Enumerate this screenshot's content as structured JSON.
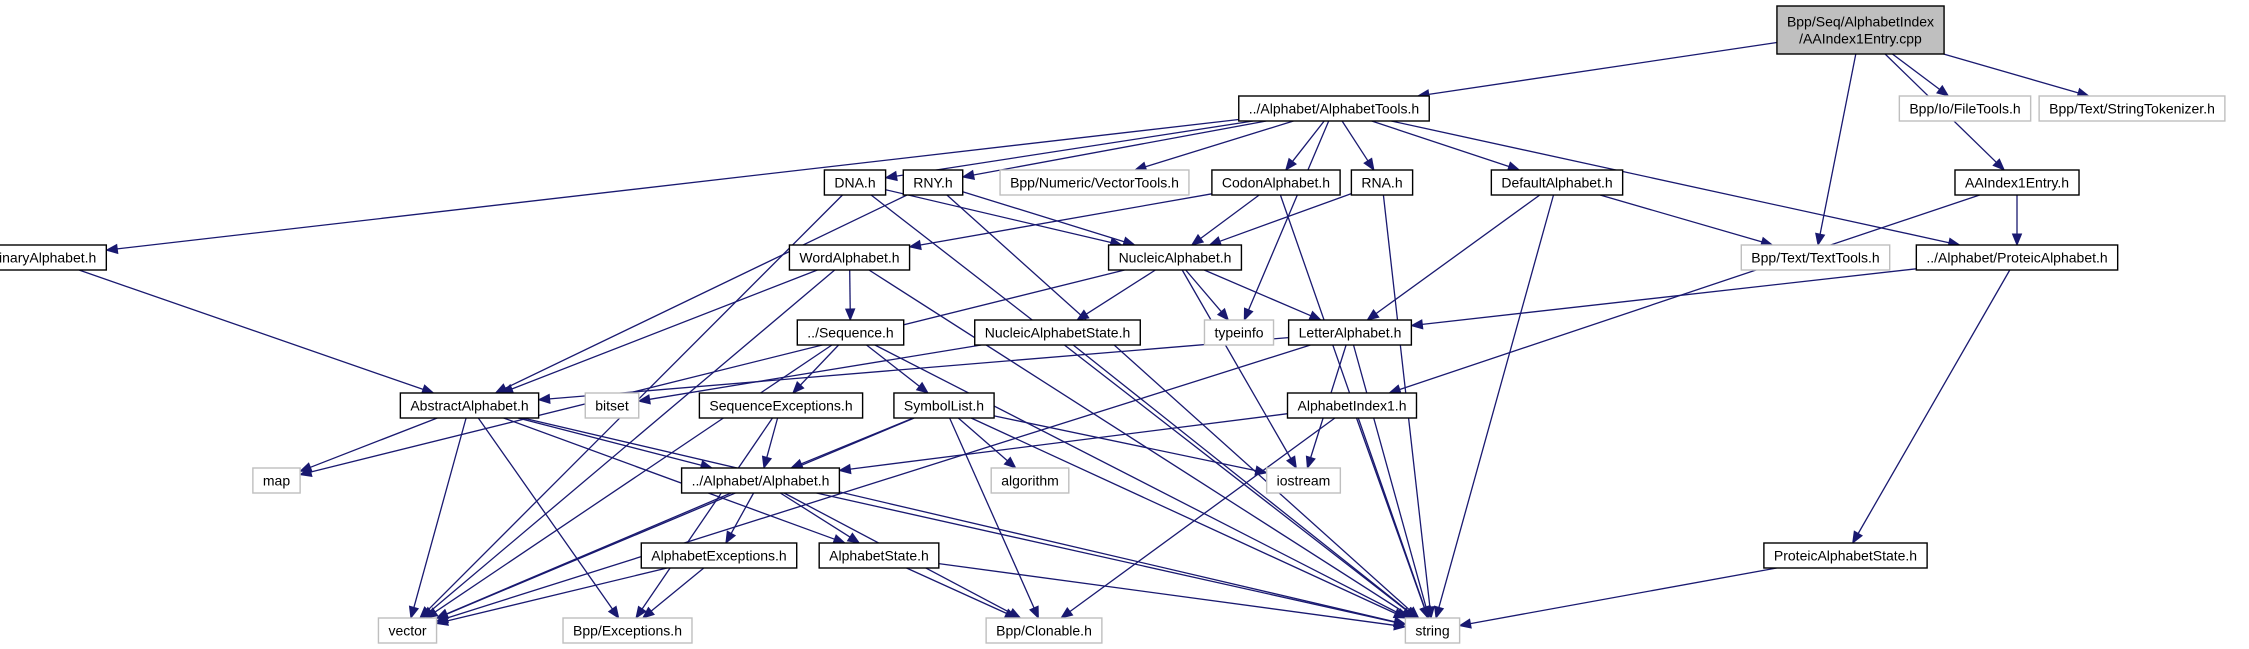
{
  "title": "Bpp/Seq/AlphabetIndex/AAIndex1Entry.cpp include dependency graph",
  "colors": {
    "edge": "#191970",
    "root_fill": "#bfbfbf",
    "local_border": "#000000",
    "external_border": "#bfbfbf"
  },
  "nodes": [
    {
      "id": "root",
      "lines": [
        "Bpp/Seq/AlphabetIndex",
        "/AAIndex1Entry.cpp"
      ],
      "kind": "root"
    },
    {
      "id": "alphabettools",
      "lines": [
        "../Alphabet/AlphabetTools.h"
      ],
      "kind": "local"
    },
    {
      "id": "filetools",
      "lines": [
        "Bpp/Io/FileTools.h"
      ],
      "kind": "ext"
    },
    {
      "id": "stringtokenizer",
      "lines": [
        "Bpp/Text/StringTokenizer.h"
      ],
      "kind": "ext"
    },
    {
      "id": "dna",
      "lines": [
        "DNA.h"
      ],
      "kind": "local"
    },
    {
      "id": "rny",
      "lines": [
        "RNY.h"
      ],
      "kind": "local"
    },
    {
      "id": "vectortools",
      "lines": [
        "Bpp/Numeric/VectorTools.h"
      ],
      "kind": "ext"
    },
    {
      "id": "codonalphabet",
      "lines": [
        "CodonAlphabet.h"
      ],
      "kind": "local"
    },
    {
      "id": "rna",
      "lines": [
        "RNA.h"
      ],
      "kind": "local"
    },
    {
      "id": "defaultalphabet",
      "lines": [
        "DefaultAlphabet.h"
      ],
      "kind": "local"
    },
    {
      "id": "aaindex1entry",
      "lines": [
        "AAIndex1Entry.h"
      ],
      "kind": "local"
    },
    {
      "id": "binaryalphabet",
      "lines": [
        "BinaryAlphabet.h"
      ],
      "kind": "local"
    },
    {
      "id": "wordalphabet",
      "lines": [
        "WordAlphabet.h"
      ],
      "kind": "local"
    },
    {
      "id": "nucleicalphabet",
      "lines": [
        "NucleicAlphabet.h"
      ],
      "kind": "local"
    },
    {
      "id": "texttools",
      "lines": [
        "Bpp/Text/TextTools.h"
      ],
      "kind": "ext"
    },
    {
      "id": "proteicalphabet",
      "lines": [
        "../Alphabet/ProteicAlphabet.h"
      ],
      "kind": "local"
    },
    {
      "id": "sequence",
      "lines": [
        "../Sequence.h"
      ],
      "kind": "local"
    },
    {
      "id": "nucleicalphabetstate",
      "lines": [
        "NucleicAlphabetState.h"
      ],
      "kind": "local"
    },
    {
      "id": "typeinfo",
      "lines": [
        "typeinfo"
      ],
      "kind": "ext"
    },
    {
      "id": "letteralphabet",
      "lines": [
        "LetterAlphabet.h"
      ],
      "kind": "local"
    },
    {
      "id": "abstractalphabet",
      "lines": [
        "AbstractAlphabet.h"
      ],
      "kind": "local"
    },
    {
      "id": "bitset",
      "lines": [
        "bitset"
      ],
      "kind": "ext"
    },
    {
      "id": "sequenceexceptions",
      "lines": [
        "SequenceExceptions.h"
      ],
      "kind": "local"
    },
    {
      "id": "symbollist",
      "lines": [
        "SymbolList.h"
      ],
      "kind": "local"
    },
    {
      "id": "alphabetindex1",
      "lines": [
        "AlphabetIndex1.h"
      ],
      "kind": "local"
    },
    {
      "id": "map",
      "lines": [
        "map"
      ],
      "kind": "ext"
    },
    {
      "id": "alphabet",
      "lines": [
        "../Alphabet/Alphabet.h"
      ],
      "kind": "local"
    },
    {
      "id": "algorithm",
      "lines": [
        "algorithm"
      ],
      "kind": "ext"
    },
    {
      "id": "iostream",
      "lines": [
        "iostream"
      ],
      "kind": "ext"
    },
    {
      "id": "alphabetexceptions",
      "lines": [
        "AlphabetExceptions.h"
      ],
      "kind": "local"
    },
    {
      "id": "alphabetstate",
      "lines": [
        "AlphabetState.h"
      ],
      "kind": "local"
    },
    {
      "id": "proteicalphabetstate",
      "lines": [
        "ProteicAlphabetState.h"
      ],
      "kind": "local"
    },
    {
      "id": "vector",
      "lines": [
        "vector"
      ],
      "kind": "ext"
    },
    {
      "id": "exceptions",
      "lines": [
        "Bpp/Exceptions.h"
      ],
      "kind": "ext"
    },
    {
      "id": "clonable",
      "lines": [
        "Bpp/Clonable.h"
      ],
      "kind": "ext"
    },
    {
      "id": "string",
      "lines": [
        "string"
      ],
      "kind": "ext"
    }
  ],
  "edges": [
    [
      "root",
      "alphabettools"
    ],
    [
      "root",
      "filetools"
    ],
    [
      "root",
      "stringtokenizer"
    ],
    [
      "root",
      "texttools"
    ],
    [
      "root",
      "aaindex1entry"
    ],
    [
      "alphabettools",
      "binaryalphabet"
    ],
    [
      "alphabettools",
      "dna"
    ],
    [
      "alphabettools",
      "rny"
    ],
    [
      "alphabettools",
      "vectortools"
    ],
    [
      "alphabettools",
      "codonalphabet"
    ],
    [
      "alphabettools",
      "rna"
    ],
    [
      "alphabettools",
      "defaultalphabet"
    ],
    [
      "alphabettools",
      "proteicalphabet"
    ],
    [
      "alphabettools",
      "typeinfo"
    ],
    [
      "dna",
      "nucleicalphabet"
    ],
    [
      "dna",
      "vector"
    ],
    [
      "dna",
      "string"
    ],
    [
      "rny",
      "abstractalphabet"
    ],
    [
      "rny",
      "nucleicalphabet"
    ],
    [
      "rny",
      "string"
    ],
    [
      "codonalphabet",
      "wordalphabet"
    ],
    [
      "codonalphabet",
      "nucleicalphabet"
    ],
    [
      "codonalphabet",
      "string"
    ],
    [
      "rna",
      "nucleicalphabet"
    ],
    [
      "rna",
      "string"
    ],
    [
      "defaultalphabet",
      "letteralphabet"
    ],
    [
      "defaultalphabet",
      "texttools"
    ],
    [
      "defaultalphabet",
      "string"
    ],
    [
      "aaindex1entry",
      "proteicalphabet"
    ],
    [
      "aaindex1entry",
      "alphabetindex1"
    ],
    [
      "binaryalphabet",
      "abstractalphabet"
    ],
    [
      "wordalphabet",
      "abstractalphabet"
    ],
    [
      "wordalphabet",
      "sequence"
    ],
    [
      "wordalphabet",
      "vector"
    ],
    [
      "wordalphabet",
      "string"
    ],
    [
      "nucleicalphabet",
      "nucleicalphabetstate"
    ],
    [
      "nucleicalphabet",
      "typeinfo"
    ],
    [
      "nucleicalphabet",
      "letteralphabet"
    ],
    [
      "nucleicalphabet",
      "map"
    ],
    [
      "nucleicalphabet",
      "iostream"
    ],
    [
      "proteicalphabet",
      "letteralphabet"
    ],
    [
      "proteicalphabet",
      "proteicalphabetstate"
    ],
    [
      "sequence",
      "sequenceexceptions"
    ],
    [
      "sequence",
      "symbollist"
    ],
    [
      "sequence",
      "vector"
    ],
    [
      "sequence",
      "string"
    ],
    [
      "nucleicalphabetstate",
      "bitset"
    ],
    [
      "nucleicalphabetstate",
      "string"
    ],
    [
      "letteralphabet",
      "abstractalphabet"
    ],
    [
      "letteralphabet",
      "iostream"
    ],
    [
      "letteralphabet",
      "string"
    ],
    [
      "letteralphabet",
      "vector"
    ],
    [
      "abstractalphabet",
      "map"
    ],
    [
      "abstractalphabet",
      "alphabet"
    ],
    [
      "abstractalphabet",
      "alphabetstate"
    ],
    [
      "abstractalphabet",
      "vector"
    ],
    [
      "abstractalphabet",
      "exceptions"
    ],
    [
      "abstractalphabet",
      "string"
    ],
    [
      "sequenceexceptions",
      "alphabet"
    ],
    [
      "sequenceexceptions",
      "exceptions"
    ],
    [
      "symbollist",
      "alphabet"
    ],
    [
      "symbollist",
      "algorithm"
    ],
    [
      "symbollist",
      "iostream"
    ],
    [
      "symbollist",
      "vector"
    ],
    [
      "symbollist",
      "clonable"
    ],
    [
      "symbollist",
      "string"
    ],
    [
      "alphabetindex1",
      "alphabet"
    ],
    [
      "alphabetindex1",
      "clonable"
    ],
    [
      "alphabetindex1",
      "string"
    ],
    [
      "alphabet",
      "alphabetexceptions"
    ],
    [
      "alphabet",
      "alphabetstate"
    ],
    [
      "alphabet",
      "vector"
    ],
    [
      "alphabet",
      "clonable"
    ],
    [
      "alphabet",
      "string"
    ],
    [
      "alphabetexceptions",
      "vector"
    ],
    [
      "alphabetexceptions",
      "exceptions"
    ],
    [
      "alphabetstate",
      "clonable"
    ],
    [
      "alphabetstate",
      "string"
    ],
    [
      "proteicalphabetstate",
      "string"
    ]
  ]
}
